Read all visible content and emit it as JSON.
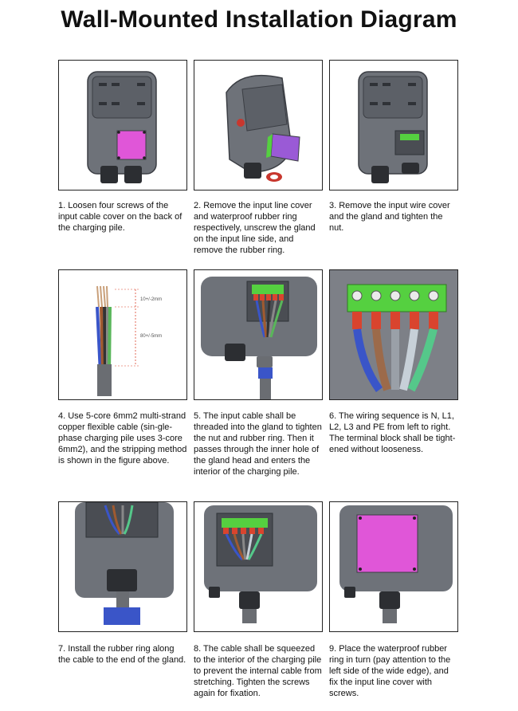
{
  "title": "Wall-Mounted Installation Diagram",
  "steps": [
    {
      "caption": "1. Loosen four screws of the input cable cover on the back of the charging pile.",
      "image": "charger-back-with-cover"
    },
    {
      "caption": "2. Remove the input line cover and waterproof rubber ring respectively, unscrew the gland on the input line side, and remove the rubber ring.",
      "image": "charger-angled-cover-removed"
    },
    {
      "caption": "3. Remove the input wire cover and the gland and tighten the nut.",
      "image": "charger-back-terminal-exposed"
    },
    {
      "caption": "4. Use 5-core 6mm2 multi-strand copper flexible cable (sin-gle-phase charging pile uses 3-core 6mm2), and the stripping method is shown in the figure above.",
      "image": "cable-stripping",
      "dimensions": [
        "10+/-2mm",
        "80+/-5mm"
      ]
    },
    {
      "caption": "5. The input cable shall be threaded into the gland to tighten the nut and rubber ring. Then it passes through the inner hole of the gland head and enters the interior of the charging pile.",
      "image": "cable-through-gland"
    },
    {
      "caption": "6. The wiring sequence is N, L1, L2, L3 and PE from left to right. The terminal block shall be tight-ened without looseness.",
      "image": "terminal-block-wiring"
    },
    {
      "caption": "7. Install the rubber ring along the cable to the end of the gland.",
      "image": "rubber-ring-install"
    },
    {
      "caption": "8. The cable shall be squeezed to the interior of the charging pile to prevent the internal cable from stretching. Tighten the screws again for fixation.",
      "image": "cable-pushed-in"
    },
    {
      "caption": "9. Place the waterproof rubber ring in turn (pay attention to the left side of the wide edge), and fix the input line cover with screws.",
      "image": "cover-reinstalled"
    }
  ],
  "colors": {
    "housing": "#6e7279",
    "cover": "#e056d8",
    "terminal": "#55d040",
    "wire_red": "#d9442e"
  }
}
